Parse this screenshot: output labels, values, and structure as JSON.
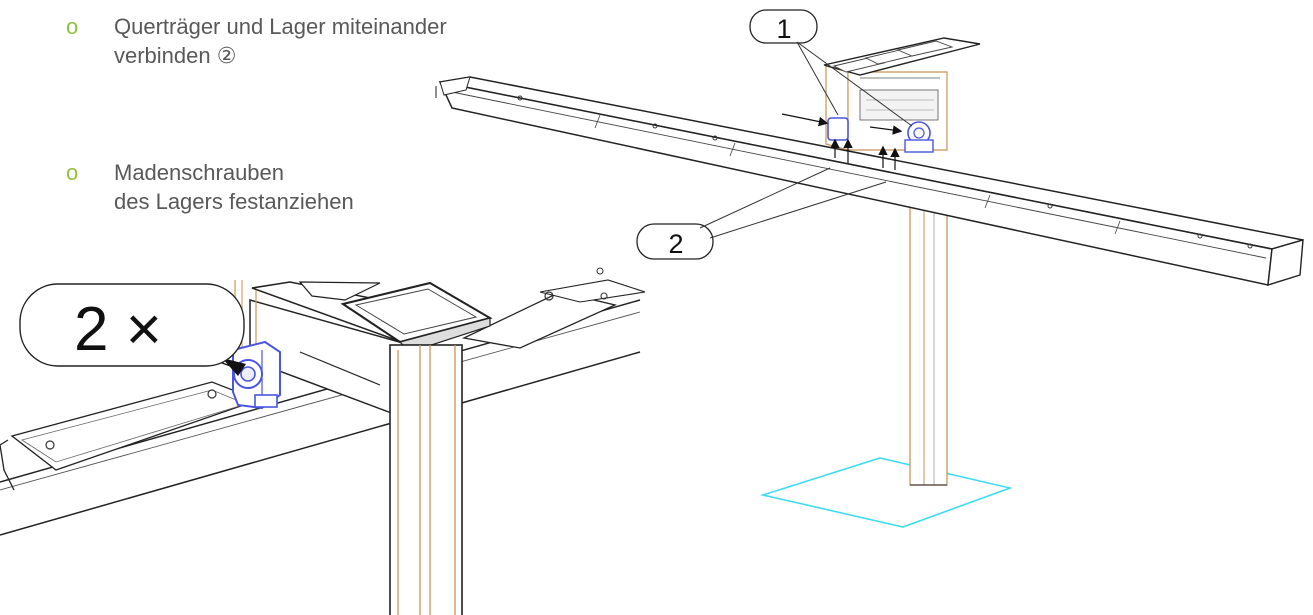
{
  "instructions": [
    {
      "bullet": "o",
      "lines": [
        "Querträger und Lager miteinander",
        "verbinden ②"
      ]
    },
    {
      "bullet": "o",
      "lines": [
        "Madenschrauben",
        "des Lagers festanziehen"
      ]
    }
  ],
  "callouts": {
    "one": "1",
    "two": "2",
    "qty": "2 ×"
  },
  "colors": {
    "bullet": "#92c13d",
    "text": "#595959",
    "line": "#222222",
    "column": "#c8955a",
    "bearing": "#4a55e0",
    "floor": "#3fdcf0"
  }
}
